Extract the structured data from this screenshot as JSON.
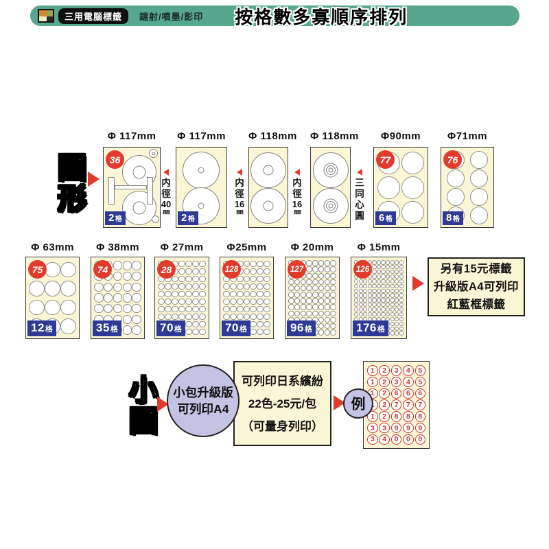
{
  "header": {
    "brand": "三用電腦標籤",
    "subtitle": "鐳射/噴墨/影印",
    "title": "按格數多寡順序排列"
  },
  "round_section": {
    "label": "圓形",
    "cards": [
      {
        "diameter": "Φ 117mm",
        "badge": "36",
        "count": "2",
        "unit": "格",
        "type": "cd-hub-spine",
        "note": [
          "内",
          "徑",
          "40",
          "㎜"
        ]
      },
      {
        "diameter": "Φ 117mm",
        "badge": "",
        "count": "2",
        "unit": "格",
        "type": "cd-smallhole",
        "note": [
          "内",
          "徑",
          "16",
          "㎜"
        ]
      },
      {
        "diameter": "Φ 118mm",
        "badge": "",
        "count": "",
        "unit": "",
        "type": "cd-ring",
        "note": [
          "内",
          "徑",
          "16",
          "㎜"
        ]
      },
      {
        "diameter": "Φ 118mm",
        "badge": "",
        "count": "",
        "unit": "",
        "type": "cd-concentric",
        "note": [
          "三",
          "同",
          "心",
          "圓"
        ]
      },
      {
        "diameter": "Φ90mm",
        "badge": "77",
        "count": "6",
        "unit": "格",
        "type": "dots",
        "cols": 2,
        "rows": 3
      },
      {
        "diameter": "Φ71mm",
        "badge": "76",
        "count": "8",
        "unit": "格",
        "type": "dots",
        "cols": 2,
        "rows": 4
      }
    ]
  },
  "size_row": {
    "cards": [
      {
        "diameter": "Φ 63mm",
        "badge": "75",
        "count": "12",
        "unit": "格",
        "cols": 3,
        "rows": 4
      },
      {
        "diameter": "Φ 38mm",
        "badge": "74",
        "count": "35",
        "unit": "格",
        "cols": 5,
        "rows": 7
      },
      {
        "diameter": "Φ 27mm",
        "badge": "28",
        "count": "70",
        "unit": "格",
        "cols": 7,
        "rows": 10
      },
      {
        "diameter": "Φ25mm",
        "badge": "128",
        "count": "70",
        "unit": "格",
        "cols": 7,
        "rows": 10
      },
      {
        "diameter": "Φ 20mm",
        "badge": "127",
        "count": "96",
        "unit": "格",
        "cols": 8,
        "rows": 12
      },
      {
        "diameter": "Φ 15mm",
        "badge": "126",
        "count": "176",
        "unit": "格",
        "cols": 11,
        "rows": 16
      }
    ],
    "side_note_lines": [
      "另有15元標籤",
      "升級版A4可列印",
      "紅藍框標籤"
    ]
  },
  "small_round_section": {
    "label": "小圓",
    "bubble_lines": [
      "小包升級版",
      "可列印A4"
    ],
    "info_lines": [
      "可列印日系繽紛",
      "22色-25元/包",
      "（可量身列印）"
    ],
    "example_label": "例",
    "sample_rows": [
      [
        "1",
        "2",
        "3",
        "4",
        "5"
      ],
      [
        "1",
        "2",
        "3",
        "4",
        "5"
      ],
      [
        "1",
        "2",
        "6",
        "6",
        "6"
      ],
      [
        "1",
        "2",
        "7",
        "7",
        "7"
      ],
      [
        "1",
        "2",
        "8",
        "8",
        "8"
      ],
      [
        "3",
        "3",
        "9",
        "9",
        "9"
      ],
      [
        "3",
        "4",
        "0",
        "0",
        "0"
      ]
    ]
  },
  "colors": {
    "header_green": "#57a78f",
    "sheet_cream": "#fbf6d5",
    "badge_red": "#e23b2e",
    "count_blue": "#2e3a96",
    "bubble_lavender": "#c5c3e3",
    "sample_number_red": "#cc372c"
  }
}
